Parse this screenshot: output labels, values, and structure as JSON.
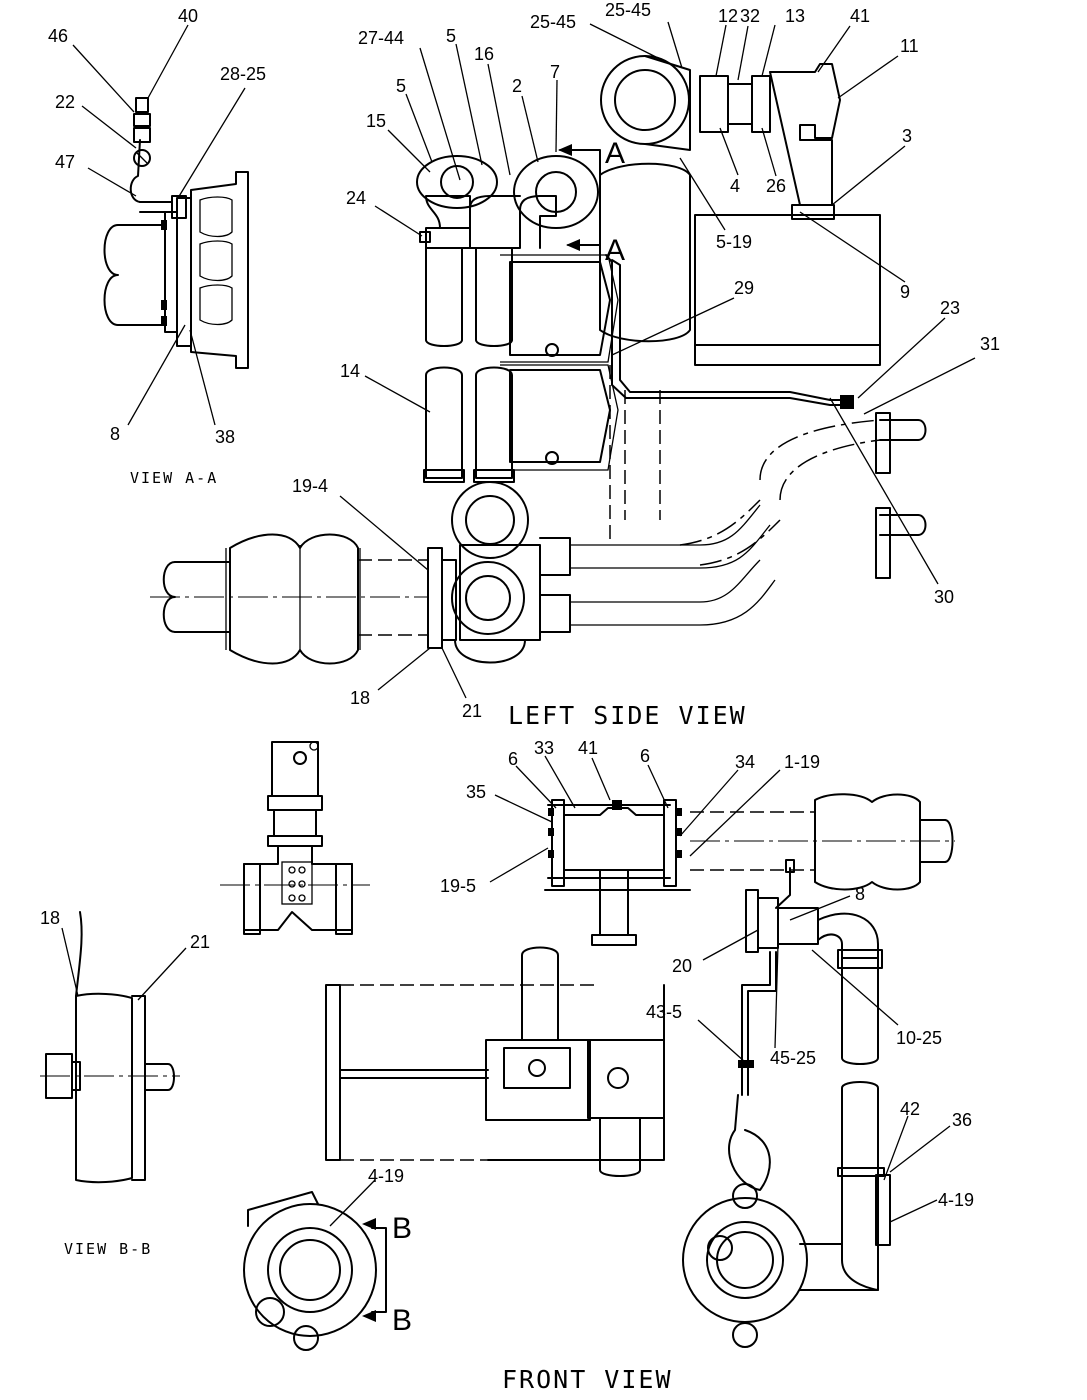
{
  "titles": {
    "view_a_a": "VIEW A-A",
    "left_side_view": "LEFT SIDE VIEW",
    "view_b_b": "VIEW B-B",
    "front_view": "FRONT VIEW"
  },
  "section_markers": {
    "a_upper": "A",
    "a_lower": "A",
    "b_upper": "B",
    "b_lower": "B"
  },
  "callouts": {
    "view_a_a": [
      "46",
      "40",
      "22",
      "28-25",
      "47",
      "8",
      "38"
    ],
    "left_side_view": [
      "27-44",
      "5",
      "16",
      "2",
      "7",
      "25-45",
      "25-45",
      "12",
      "32",
      "13",
      "41",
      "11",
      "5",
      "15",
      "3",
      "24",
      "4",
      "26",
      "5-19",
      "9",
      "29",
      "23",
      "31",
      "14",
      "19-4",
      "30",
      "18",
      "21"
    ],
    "upper_front": [
      "6",
      "33",
      "41",
      "6",
      "34",
      "1-19",
      "35",
      "19-5",
      "8",
      "20",
      "10-25",
      "43-5",
      "45-25",
      "42",
      "36",
      "4-19"
    ],
    "view_b_b": [
      "18",
      "21"
    ],
    "front_view": [
      "4-19"
    ]
  }
}
